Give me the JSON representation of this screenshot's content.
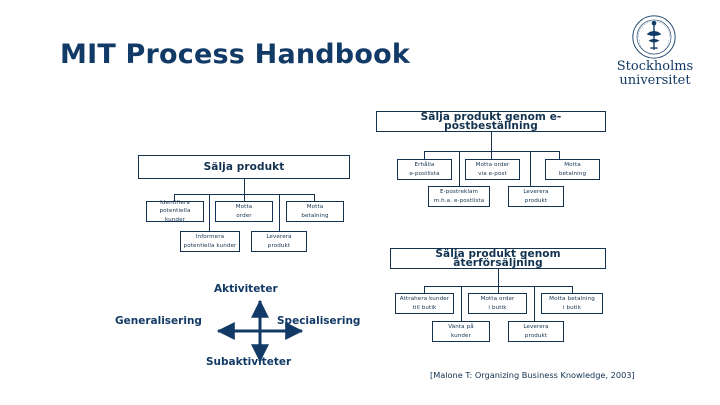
{
  "header": {
    "title": "MIT Process Handbook",
    "logo": {
      "seal_alt": "stockholm-university-seal",
      "line1": "Stockholms",
      "line2": "universitet"
    }
  },
  "diagrams": {
    "generic": {
      "name": "salja-produkt",
      "root": "Sälja produkt",
      "level1": [
        {
          "l1": "Identifiera",
          "l2": "potentiella kunder"
        },
        {
          "l1": "Motta",
          "l2": "order"
        },
        {
          "l1": "Motta",
          "l2": "betalning"
        }
      ],
      "level2": [
        {
          "l1": "Informera",
          "l2": "potentiella kunder"
        },
        {
          "l1": "Leverera",
          "l2": "produkt"
        }
      ]
    },
    "email": {
      "name": "salja-produkt-genom-e-postbestallning",
      "root": "Sälja produkt genom e-postbeställning",
      "level1": [
        {
          "l1": "Erhålla",
          "l2": "e-postlista"
        },
        {
          "l1": "Motta order",
          "l2": "via e-post"
        },
        {
          "l1": "Motta",
          "l2": "betalning"
        }
      ],
      "level2": [
        {
          "l1": "E-postreklam",
          "l2": "m.h.a. e-postlista"
        },
        {
          "l1": "Leverera",
          "l2": "produkt"
        }
      ]
    },
    "retail": {
      "name": "salja-produkt-genom-aterforsaljning",
      "root": "Sälja produkt genom återförsäljning",
      "level1": [
        {
          "l1": "Attrahera kunder",
          "l2": "till butik"
        },
        {
          "l1": "Motta order",
          "l2": "i butik"
        },
        {
          "l1": "Motta betalning",
          "l2": "i butik"
        }
      ],
      "level2": [
        {
          "l1": "Vänta på",
          "l2": "kunder"
        },
        {
          "l1": "Leverera",
          "l2": "produkt"
        }
      ]
    }
  },
  "cross": {
    "up": "Aktiviteter",
    "down": "Subaktiviteter",
    "left": "Generalisering",
    "right": "Specialisering"
  },
  "citation": "[Malone T: Organizing Business Knowledge, 2003]",
  "colors": {
    "ink": "#123a66",
    "line": "#12324f",
    "background": "#ffffff"
  }
}
